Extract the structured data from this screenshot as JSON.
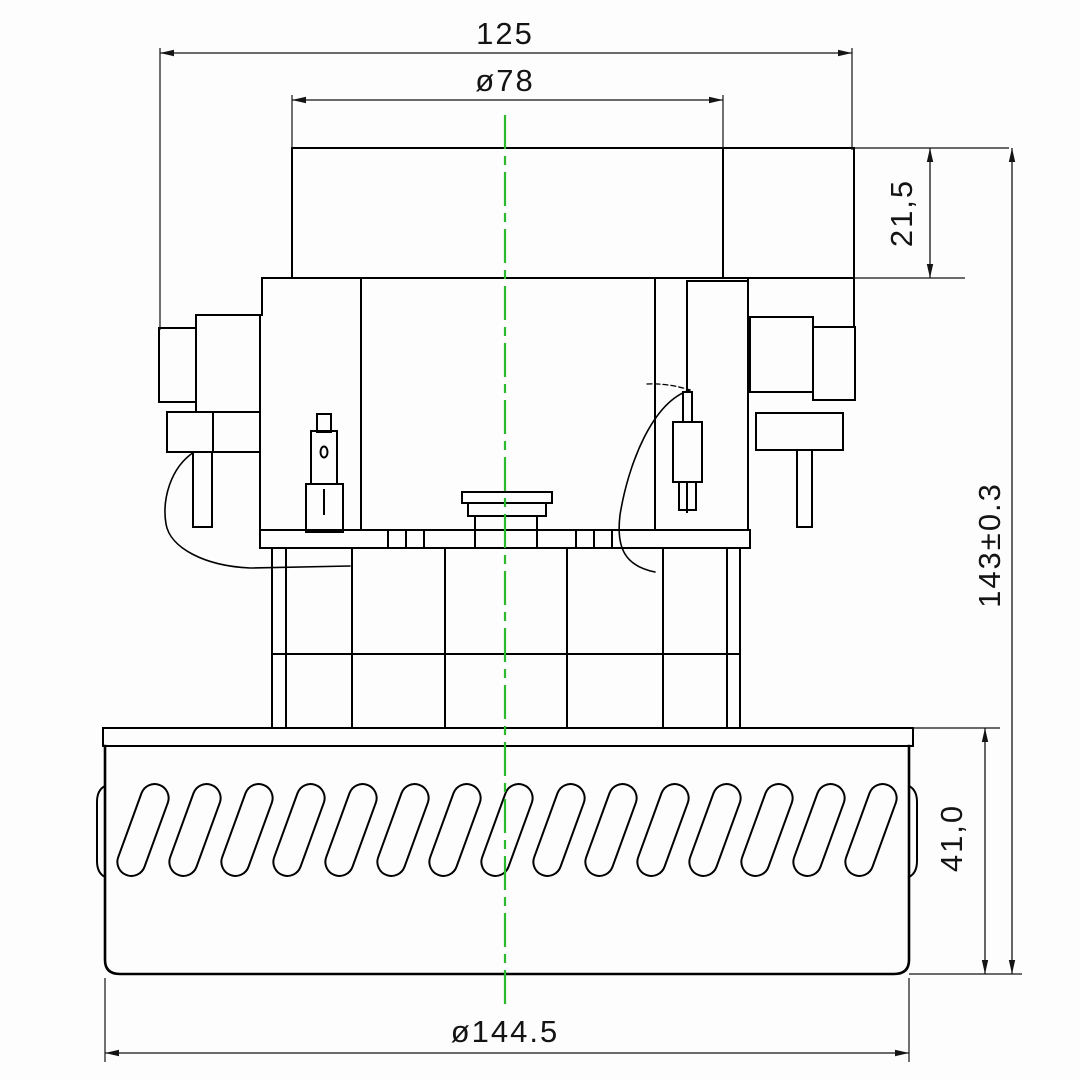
{
  "drawing": {
    "type": "technical-drawing",
    "subject": "vacuum-motor-front-view",
    "dimensions": {
      "top_width": "125",
      "cover_diameter": "ø78",
      "cover_height": "21,5",
      "total_height": "143±0.3",
      "fan_housing_height": "41,0",
      "fan_housing_diameter": "ø144.5"
    },
    "vent_slot_count": 15,
    "colors": {
      "line": "#000000",
      "dim": "#141414",
      "centerline": "#2db92d",
      "background": "#fdfdfd"
    }
  }
}
